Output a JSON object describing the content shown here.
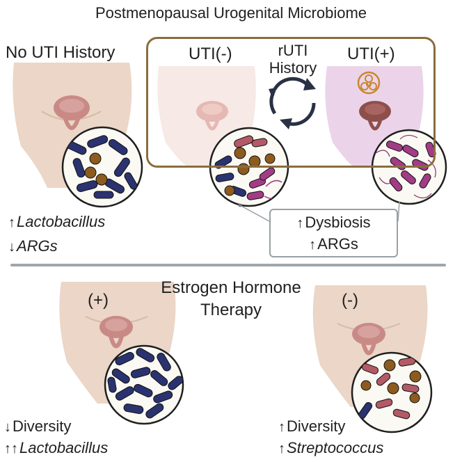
{
  "title": "Postmenopausal Urogenital Microbiome",
  "top": {
    "no_uti": "No UTI History",
    "uti_neg": "UTI(-)",
    "uti_pos": "UTI(+)",
    "ruti_line1": "rUTI",
    "ruti_line2": "History",
    "left_labels": [
      {
        "arrow": "↑",
        "text": "Lactobacillus",
        "italic": true
      },
      {
        "arrow": "↓",
        "text": "ARGs",
        "italic": true
      }
    ],
    "callout": [
      {
        "arrow": "↑",
        "text": "Dysbiosis"
      },
      {
        "arrow": "↑",
        "text": "ARGs"
      }
    ]
  },
  "bottom": {
    "header_line1": "Estrogen Hormone",
    "header_line2": "Therapy",
    "plus": "(+)",
    "minus": "(-)",
    "left_labels": [
      {
        "arrow": "↓",
        "text": "Diversity",
        "italic": false
      },
      {
        "arrow": "↑↑",
        "text": "Lactobacillus",
        "italic": true
      }
    ],
    "right_labels": [
      {
        "arrow": "↑",
        "text": "Diversity",
        "italic": false
      },
      {
        "arrow": "↑",
        "text": "Streptococcus",
        "italic": true
      }
    ]
  },
  "icons": {
    "biohazard": "biohazard-icon",
    "cycle": "cycle-arrows-icon"
  },
  "colors": {
    "frame": "#8a6d3b",
    "skin": "#ebd6c7",
    "skin_faded": "#f6e9e6",
    "skin_purple": "#ebd4e9",
    "bladder": "#c98a86",
    "lactobacillus": "#2a3370",
    "coccus": "#8d5a1f",
    "pathogen": "#a23c86",
    "strep": "#b35a66",
    "divider": "#9ea7ad"
  }
}
